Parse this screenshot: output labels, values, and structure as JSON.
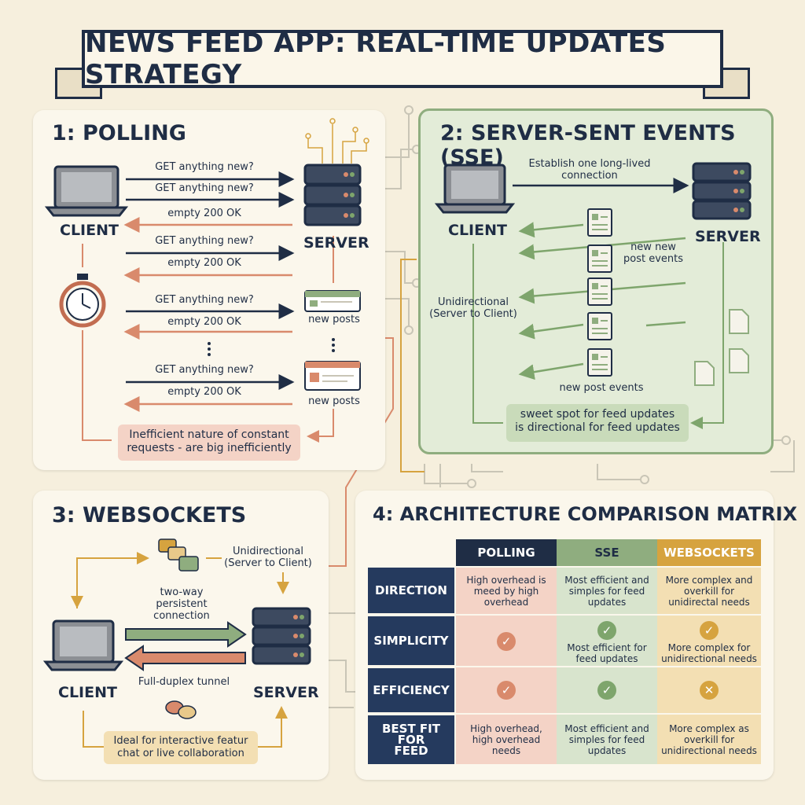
{
  "title": "NEWS FEED APP: REAL-TIME UPDATES STRATEGY",
  "polling": {
    "title": "1: POLLING",
    "client": "CLIENT",
    "server": "SERVER",
    "req1": "GET anything new?",
    "req2": "GET anything new?",
    "resp1": "empty 200 OK",
    "req3": "GET anything new?",
    "resp2": "empty 200 OK",
    "req4": "GET anything new?",
    "resp3": "empty 200 OK",
    "req5": "GET anything new?",
    "resp4": "empty 200 OK",
    "new_posts_1": "new posts",
    "new_posts_2": "new posts",
    "note": "Inefficient nature of constant requests - are big inefficiently"
  },
  "sse": {
    "title": "2: SERVER-SENT EVENTS (SSE)",
    "client": "CLIENT",
    "server": "SERVER",
    "establish": "Establish one long-lived connection",
    "new_post_events_1": "new new post events",
    "unidirectional": "Unidirectional (Server to Client)",
    "new_post_events_2": "new post events",
    "note": "sweet spot for feed updates is directional for feed updates"
  },
  "websockets": {
    "title": "3: WEBSOCKETS",
    "unidirectional": "Unidirectional (Server to Client)",
    "two_way": "two-way persistent connection",
    "client": "CLIENT",
    "server": "SERVER",
    "full_duplex": "Full-duplex tunnel",
    "note": "Ideal for interactive featur chat or live collaboration"
  },
  "matrix": {
    "title": "4: ARCHITECTURE COMPARISON MATRIX",
    "columns": [
      "POLLING",
      "SSE",
      "WEBSOCKETS"
    ],
    "rows": [
      {
        "label": "DIRECTION",
        "cells": [
          "High overhead is meed by high overhead",
          "Most efficient and simples for feed updates",
          "More complex and overkill for unidirectal needs"
        ]
      },
      {
        "label": "SIMPLICITY",
        "cells": [
          "",
          "Most efficient for feed updates",
          "More complex for unidirectional needs"
        ]
      },
      {
        "label": "EFFICIENCY",
        "cells": [
          "",
          "",
          ""
        ]
      },
      {
        "label": "BEST FIT FOR FEED",
        "cells": [
          "High overhead, high overhead needs",
          "Most efficient and simples for feed updates",
          "More complex as overkill for unidirectional needs"
        ]
      }
    ],
    "marks": {
      "simplicity": [
        "check",
        "check",
        "check"
      ],
      "efficiency": [
        "check",
        "check",
        "cross"
      ]
    }
  },
  "colors": {
    "navy": "#1f2d45",
    "polling": "#f4d3c6",
    "sse": "#d8e4cd",
    "websockets": "#f3dfb3",
    "salmon": "#d98a6c",
    "green": "#7ea56c",
    "gold": "#d6a33f"
  }
}
